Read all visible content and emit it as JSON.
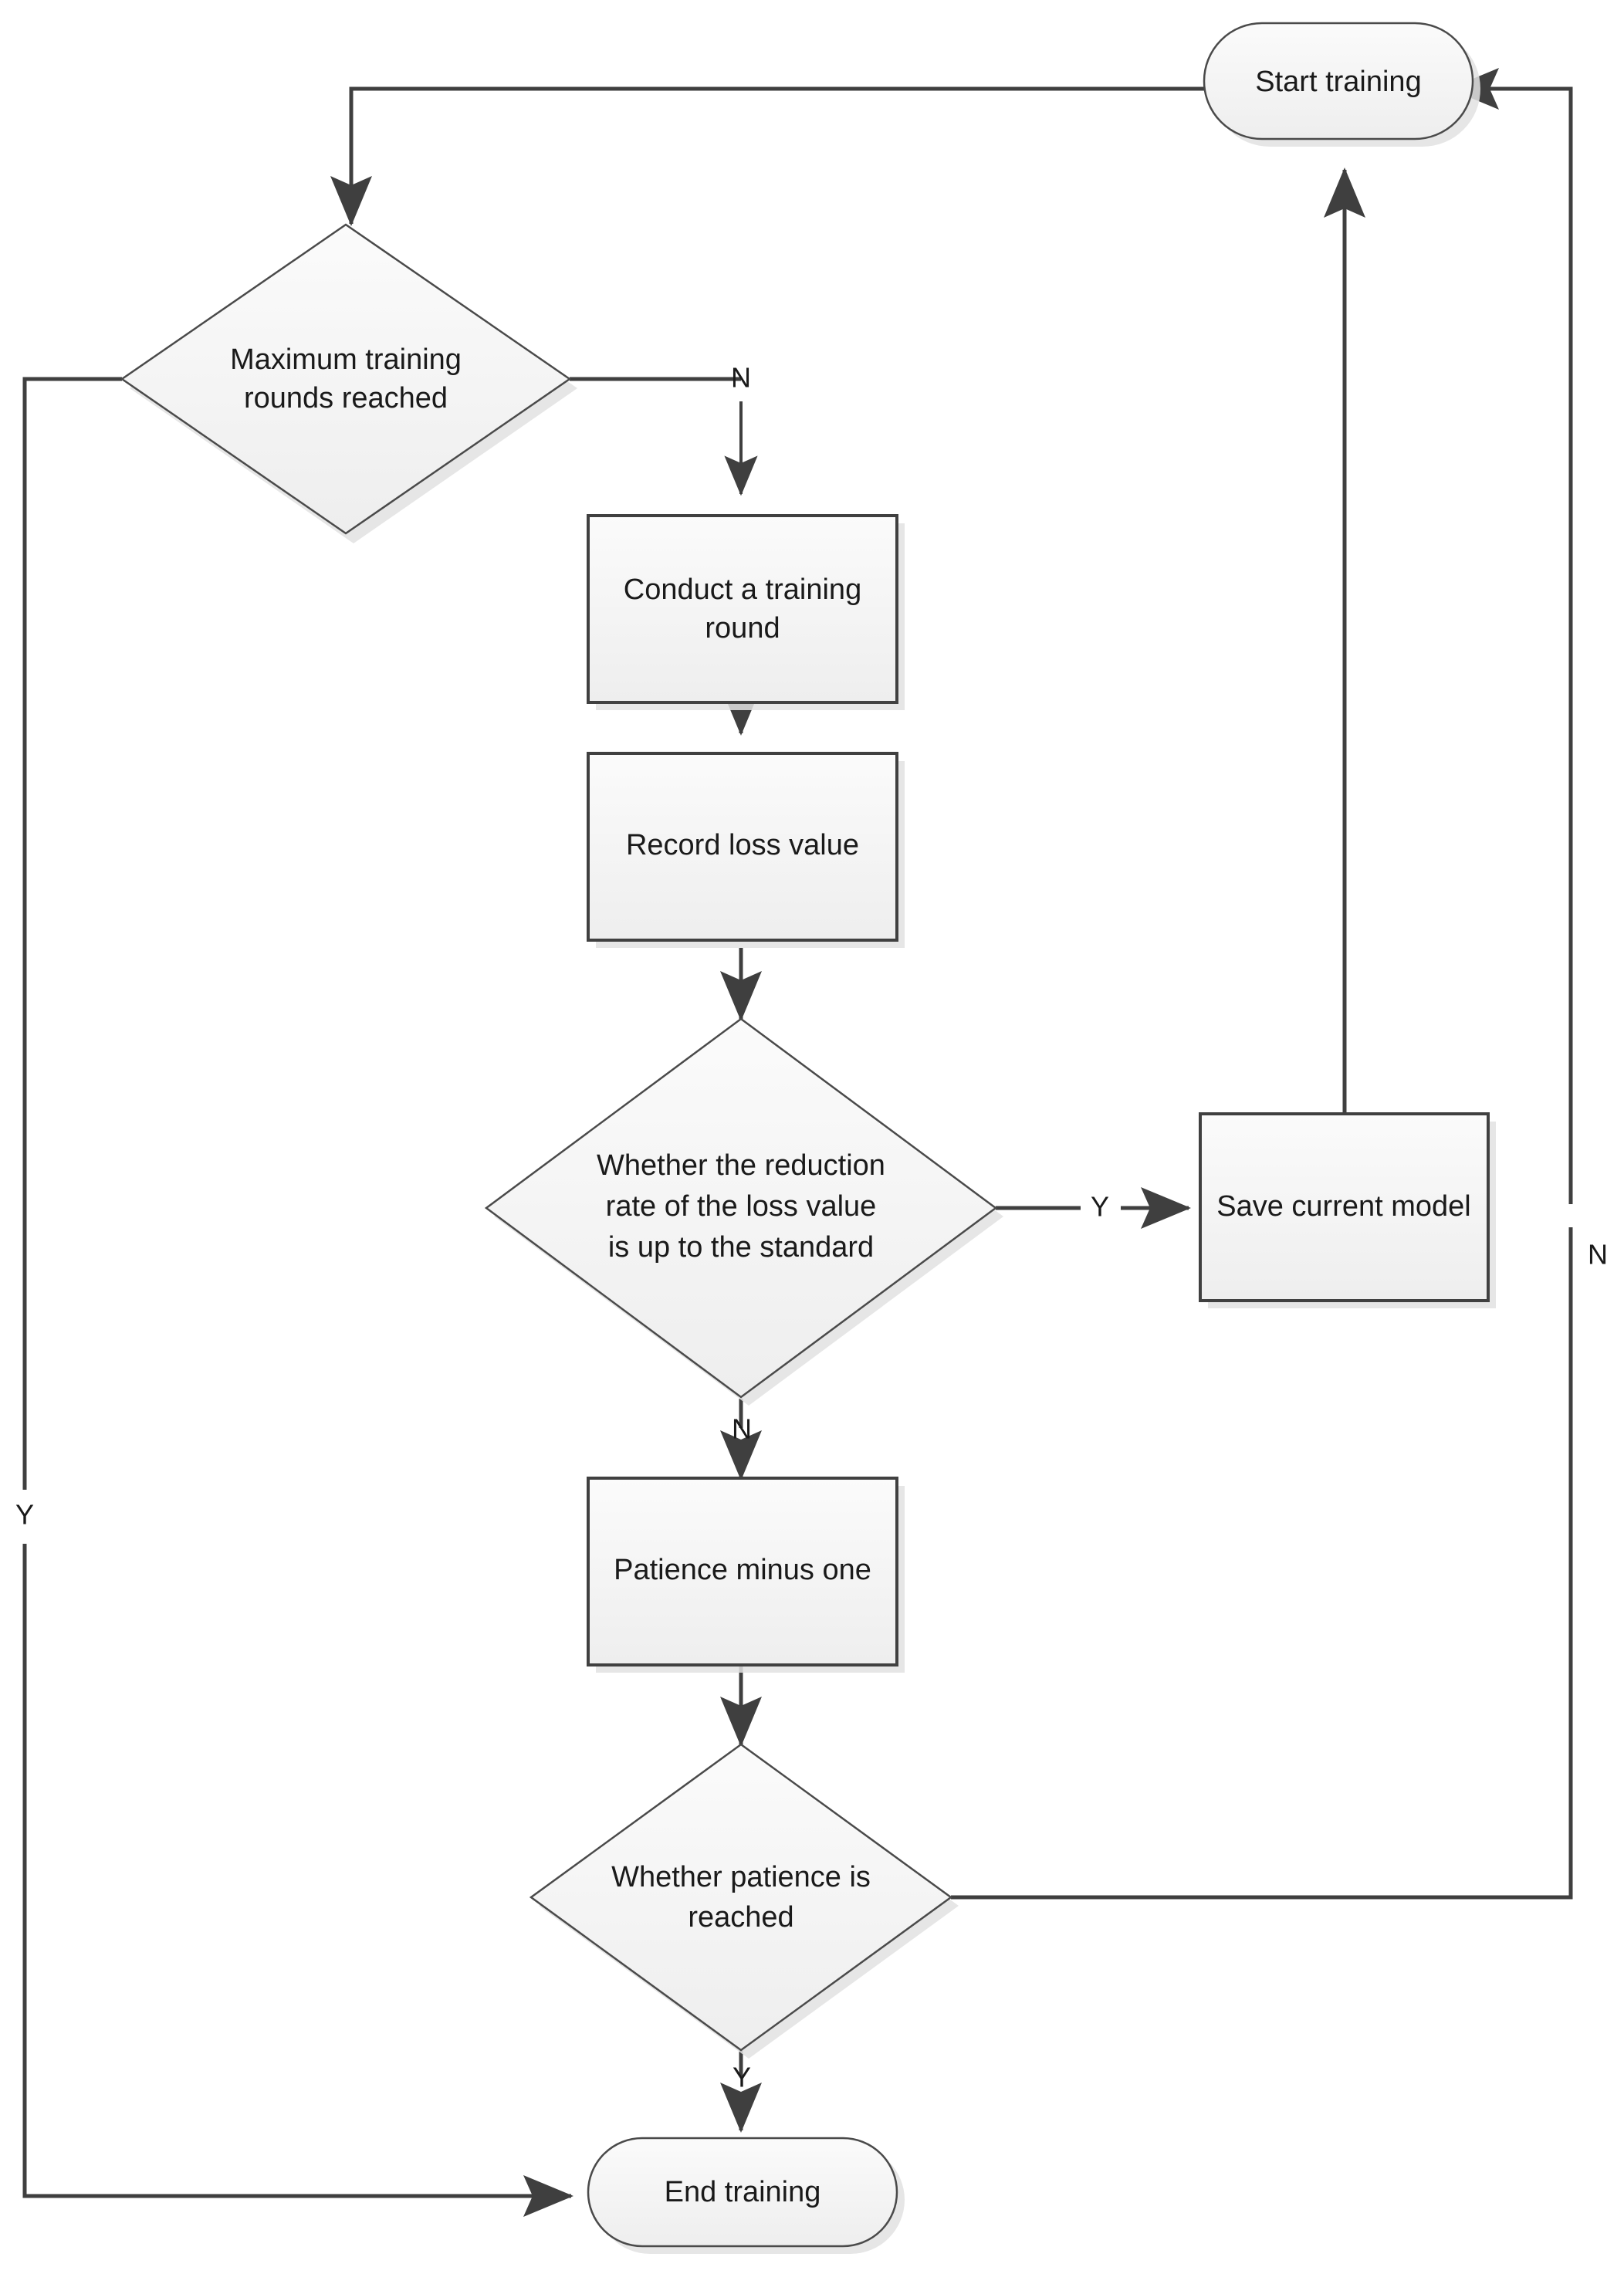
{
  "diagram": {
    "type": "flowchart",
    "title": "Training loop with early stopping",
    "background_color": "#ffffff",
    "node_fill_color": "#f3f3f3",
    "node_stroke_color": "#404040",
    "connector_color": "#3f3f3f",
    "text_color": "#1a1a1a"
  },
  "nodes": {
    "start": {
      "label": "Start training",
      "shape": "terminator"
    },
    "max_rounds": {
      "label_line1": "Maximum training",
      "label_line2": "rounds reached",
      "shape": "decision"
    },
    "conduct_round": {
      "label_line1": "Conduct a training",
      "label_line2": "round",
      "shape": "process"
    },
    "record_loss": {
      "label": "Record loss value",
      "shape": "process"
    },
    "reduction_rate": {
      "label_line1": "Whether the reduction",
      "label_line2": "rate of the loss value",
      "label_line3": "is up to the standard",
      "shape": "decision"
    },
    "save_model": {
      "label": "Save current model",
      "shape": "process"
    },
    "patience_minus": {
      "label": "Patience minus one",
      "shape": "process"
    },
    "patience_reached": {
      "label_line1": "Whether patience  is",
      "label_line2": "reached",
      "shape": "decision"
    },
    "end": {
      "label": "End training",
      "shape": "terminator"
    }
  },
  "edge_labels": {
    "max_rounds_no": "N",
    "max_rounds_yes": "Y",
    "reduction_yes": "Y",
    "reduction_no": "N",
    "patience_no": "N",
    "patience_yes": "Y"
  }
}
